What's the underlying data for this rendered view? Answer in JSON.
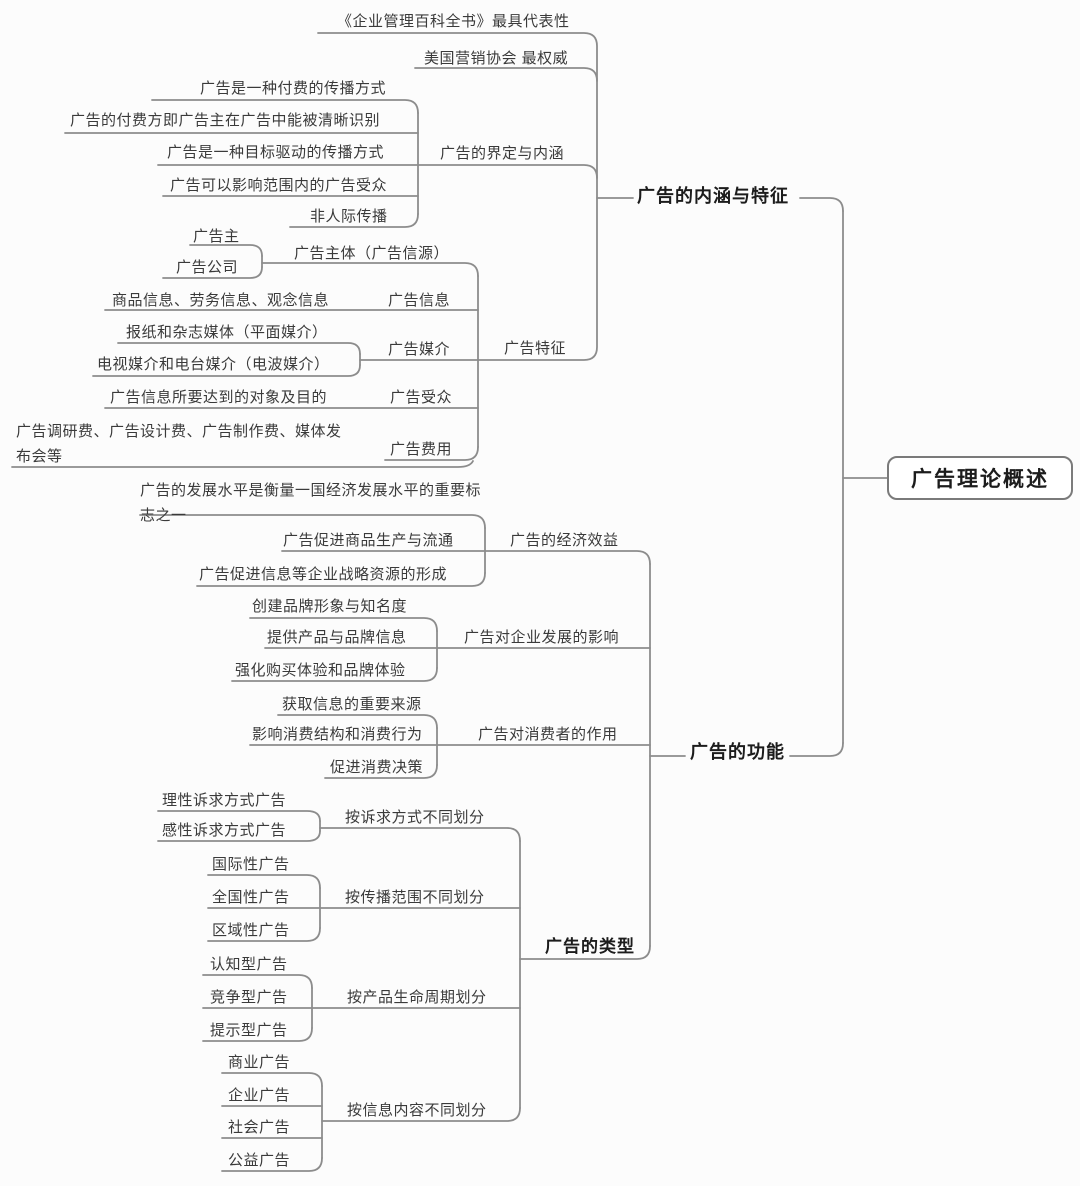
{
  "colors": {
    "background": "#fcfcfc",
    "line": "#8c8c8c",
    "text": "#3a3a3a",
    "bold_text": "#1c1c1c",
    "root_border": "#7a7a7a"
  },
  "mindmap": {
    "root": {
      "label": "广告理论概述",
      "children": [
        {
          "label": "广告的内涵与特征",
          "children": [
            {
              "label": "《企业管理百科全书》最具代表性"
            },
            {
              "label": "美国营销协会 最权威"
            },
            {
              "label": "广告的界定与内涵",
              "children": [
                {
                  "label": "广告是一种付费的传播方式"
                },
                {
                  "label": "广告的付费方即广告主在广告中能被清晰识别"
                },
                {
                  "label": "广告是一种目标驱动的传播方式"
                },
                {
                  "label": "广告可以影响范围内的广告受众"
                },
                {
                  "label": "非人际传播"
                }
              ]
            },
            {
              "label": "广告特征",
              "children": [
                {
                  "label": "广告主体（广告信源）",
                  "children": [
                    {
                      "label": "广告主"
                    },
                    {
                      "label": "广告公司"
                    }
                  ]
                },
                {
                  "label": "广告信息",
                  "children": [
                    {
                      "label": "商品信息、劳务信息、观念信息"
                    }
                  ]
                },
                {
                  "label": "广告媒介",
                  "children": [
                    {
                      "label": "报纸和杂志媒体（平面媒介）"
                    },
                    {
                      "label": "电视媒介和电台媒介（电波媒介）"
                    }
                  ]
                },
                {
                  "label": "广告受众",
                  "children": [
                    {
                      "label": "广告信息所要达到的对象及目的"
                    }
                  ]
                },
                {
                  "label": "广告费用",
                  "children": [
                    {
                      "label": "广告调研费、广告设计费、广告制作费、媒体发布会等"
                    }
                  ]
                }
              ]
            }
          ]
        },
        {
          "label": "广告的功能",
          "children": [
            {
              "label": "广告的经济效益",
              "children": [
                {
                  "label": "广告的发展水平是衡量一国经济发展水平的重要标志之一"
                },
                {
                  "label": "广告促进商品生产与流通"
                },
                {
                  "label": "广告促进信息等企业战略资源的形成"
                }
              ]
            },
            {
              "label": "广告对企业发展的影响",
              "children": [
                {
                  "label": "创建品牌形象与知名度"
                },
                {
                  "label": "提供产品与品牌信息"
                },
                {
                  "label": "强化购买体验和品牌体验"
                }
              ]
            },
            {
              "label": "广告对消费者的作用",
              "children": [
                {
                  "label": "获取信息的重要来源"
                },
                {
                  "label": "影响消费结构和消费行为"
                },
                {
                  "label": "促进消费决策"
                }
              ]
            },
            {
              "label": "广告的类型",
              "children": [
                {
                  "label": "按诉求方式不同划分",
                  "children": [
                    {
                      "label": "理性诉求方式广告"
                    },
                    {
                      "label": "感性诉求方式广告"
                    }
                  ]
                },
                {
                  "label": "按传播范围不同划分",
                  "children": [
                    {
                      "label": "国际性广告"
                    },
                    {
                      "label": "全国性广告"
                    },
                    {
                      "label": "区域性广告"
                    }
                  ]
                },
                {
                  "label": "按产品生命周期划分",
                  "children": [
                    {
                      "label": "认知型广告"
                    },
                    {
                      "label": "竞争型广告"
                    },
                    {
                      "label": "提示型广告"
                    }
                  ]
                },
                {
                  "label": "按信息内容不同划分",
                  "children": [
                    {
                      "label": "商业广告"
                    },
                    {
                      "label": "企业广告"
                    },
                    {
                      "label": "社会广告"
                    },
                    {
                      "label": "公益广告"
                    }
                  ]
                }
              ]
            }
          ]
        }
      ]
    }
  }
}
